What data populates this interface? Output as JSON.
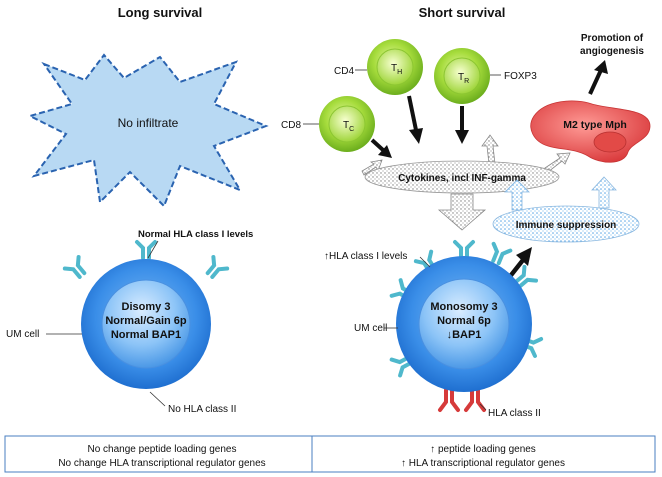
{
  "left": {
    "title": "Long survival",
    "infiltrate": "No infiltrate",
    "hla1_label": "Normal HLA class I levels",
    "cell_line1": "Disomy 3",
    "cell_line2": "Normal/Gain 6p",
    "cell_line3": "Normal BAP1",
    "um_cell": "UM cell",
    "hla2_label": "No HLA class II",
    "box_line1": "No change peptide loading genes",
    "box_line2": "No change HLA transcriptional regulator genes"
  },
  "right": {
    "title": "Short survival",
    "promotion_line1": "Promotion of",
    "promotion_line2": "angiogenesis",
    "cd4": "CD4",
    "cd8": "CD8",
    "foxp3": "FOXP3",
    "th_main": "T",
    "th_sub": "H",
    "tr_main": "T",
    "tr_sub": "R",
    "tc_main": "T",
    "tc_sub": "C",
    "m2": "M2 type Mph",
    "cytokines": "Cytokines, incl INF-gamma",
    "immune_suppression": "Immune suppression",
    "hla1_label": "↑HLA class I levels",
    "cell_line1": "Monosomy 3",
    "cell_line2": "Normal 6p",
    "cell_line3": "↓BAP1",
    "um_cell": "UM cell",
    "hla2_label": "HLA class II",
    "box_line1": "↑ peptide loading genes",
    "box_line2": "↑ HLA transcriptional regulator genes"
  },
  "colors": {
    "cell_blue": "#3a8ee8",
    "t_cell_green": "#8dcf2a",
    "macrophage_red": "#e8504e",
    "receptor_teal": "#5ec4d6",
    "receptor_red": "#d63a3a"
  }
}
